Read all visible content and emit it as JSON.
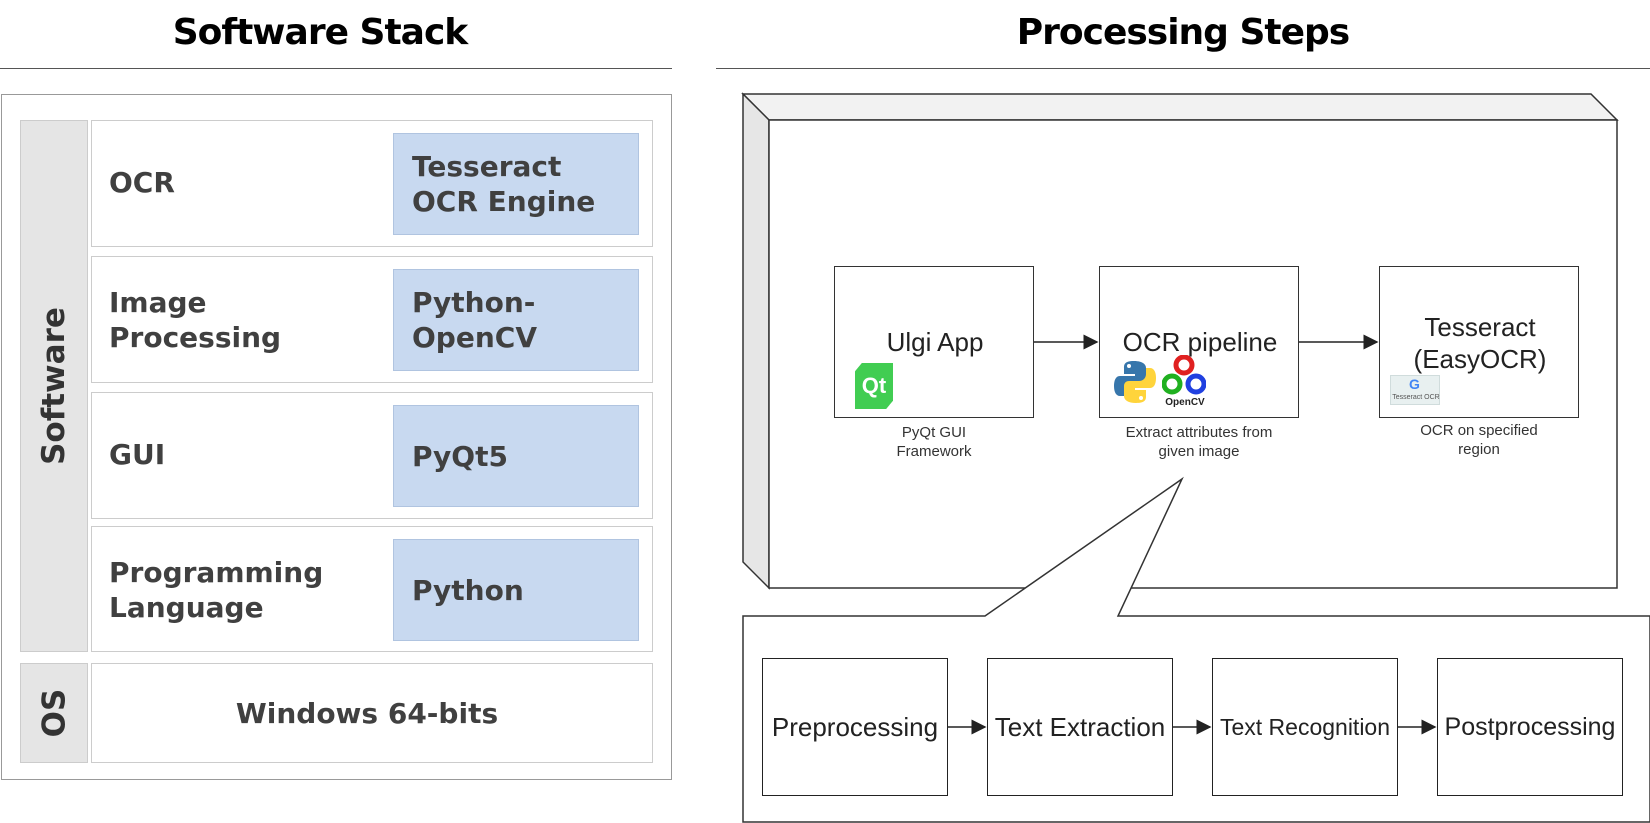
{
  "left_panel": {
    "title": "Software Stack",
    "software_band_label": "Software",
    "os_band_label": "OS",
    "rows": [
      {
        "layer": "OCR",
        "tech": [
          "Tesseract",
          "OCR Engine"
        ]
      },
      {
        "layer": "Image\nProcessing",
        "tech": [
          "Python-",
          "OpenCV"
        ]
      },
      {
        "layer": "GUI",
        "tech": [
          "PyQt5"
        ]
      },
      {
        "layer": "Programming\nLanguage",
        "tech": [
          "Python"
        ]
      }
    ],
    "os_value": "Windows 64-bits"
  },
  "right_panel": {
    "title": "Processing Steps",
    "nodes": [
      {
        "label": "Ulgi App",
        "caption": "PyQt GUI\nFramework",
        "logo": "qt-logo"
      },
      {
        "label": "OCR pipeline",
        "caption": "Extract attributes from\ngiven image",
        "logo": "python-opencv-logos"
      },
      {
        "label": "Tesseract\n(EasyOCR)",
        "caption": "OCR on specified\nregion",
        "logo": "tesseract-ocr-logo"
      }
    ],
    "logo_text": {
      "qt": "Qt",
      "opencv": "OpenCV",
      "tesseract": "Tesseract OCR",
      "google": "G"
    },
    "steps": [
      "Preprocessing",
      "Text Extraction",
      "Text Recognition",
      "Postprocessing"
    ],
    "colors": {
      "qt_green": "#41cd52",
      "python_blue": "#3776ab",
      "python_yellow": "#ffd43b"
    }
  }
}
